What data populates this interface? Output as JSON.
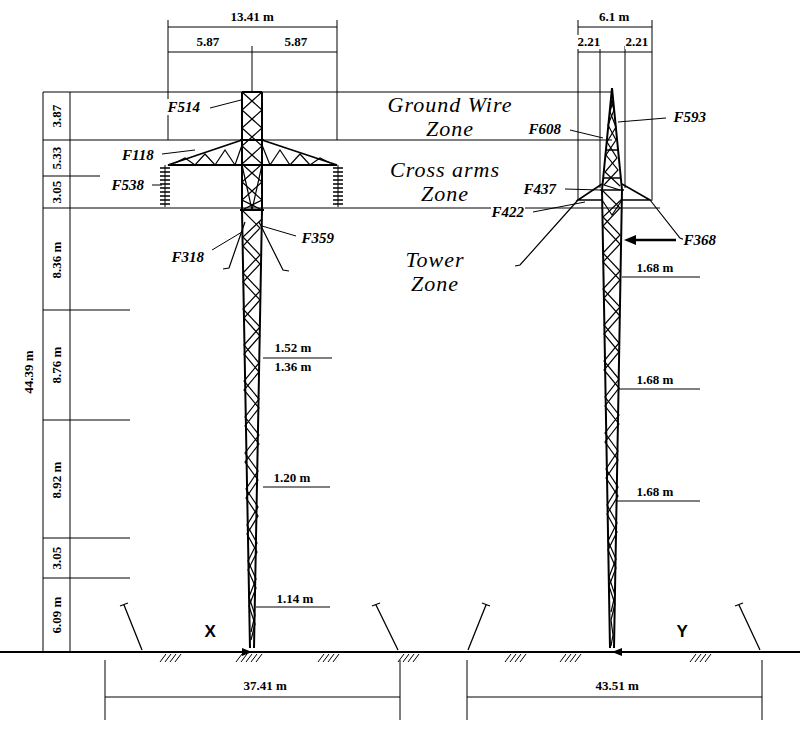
{
  "diagram": {
    "labels": [
      "13.41 m",
      "5.87",
      "5.87",
      "6.1 m",
      "2.21",
      "2.21",
      "3.87",
      "F514",
      "Ground Wire Zone",
      "F608",
      "F593",
      "F118",
      "5.33",
      "Cross arms Zone",
      "3.05",
      "F538",
      "F437",
      "F422",
      "F359",
      "F318",
      "F368",
      "8.36 m",
      "Tower Zone",
      "1.68 m",
      "44.39 m",
      "8.76 m",
      "1.52 m",
      "1.36 m",
      "1.68 m",
      "8.92 m",
      "1.20 m",
      "1.68 m",
      "3.05",
      "6.09 m",
      "1.14 m",
      "X",
      "Y",
      "37.41 m",
      "43.51 m"
    ]
  }
}
